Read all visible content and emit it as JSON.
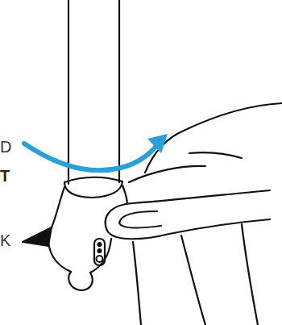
{
  "diagram": {
    "labels": [
      "D",
      "T",
      "K"
    ]
  }
}
